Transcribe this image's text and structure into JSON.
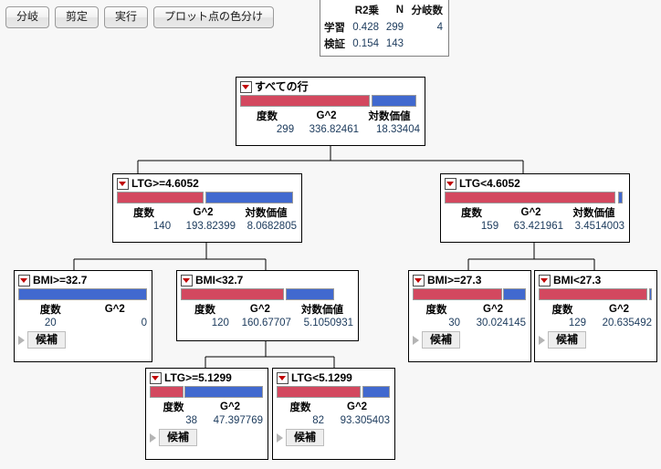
{
  "toolbar": {
    "buttons": [
      {
        "label": "分岐",
        "name": "split-button"
      },
      {
        "label": "剪定",
        "name": "prune-button"
      },
      {
        "label": "実行",
        "name": "run-button"
      },
      {
        "label": "プロット点の色分け",
        "name": "color-points-button"
      }
    ]
  },
  "summary": {
    "headers": [
      "",
      "R2乗",
      "N",
      "分岐数"
    ],
    "rows": [
      {
        "label": "学習",
        "r2": "0.428",
        "n": "299",
        "splits": "4"
      },
      {
        "label": "検証",
        "r2": "0.154",
        "n": "143",
        "splits": ""
      }
    ]
  },
  "labels": {
    "count": "度数",
    "g2": "G^2",
    "logworth": "対数価値",
    "candidates": "候補"
  },
  "colors": {
    "red": "#d3485f",
    "blue": "#4169cf",
    "background": "#f7f7f7",
    "value_text": "#1b3a5c"
  },
  "nodes": {
    "root": {
      "title": "すべての行",
      "count": "299",
      "g2": "336.82461",
      "logworth": "18.33404",
      "red_pct": 72,
      "blue_pct": 28
    },
    "ltg_ge_46052": {
      "title": "LTG>=4.6052",
      "count": "140",
      "g2": "193.82399",
      "logworth": "8.0682805",
      "red_pct": 48,
      "blue_pct": 52
    },
    "ltg_lt_46052": {
      "title": "LTG<4.6052",
      "count": "159",
      "g2": "63.421961",
      "logworth": "3.4514003",
      "red_pct": 96,
      "blue_pct": 4
    },
    "bmi_ge_327": {
      "title": "BMI>=32.7",
      "count": "20",
      "g2": "0",
      "red_pct": 0,
      "blue_pct": 100
    },
    "bmi_lt_327": {
      "title": "BMI<32.7",
      "count": "120",
      "g2": "160.67707",
      "logworth": "5.1050931",
      "red_pct": 57,
      "blue_pct": 43
    },
    "bmi_ge_273": {
      "title": "BMI>=27.3",
      "count": "30",
      "g2": "30.024145",
      "red_pct": 80,
      "blue_pct": 20
    },
    "bmi_lt_273": {
      "title": "BMI<27.3",
      "count": "129",
      "g2": "20.635492",
      "red_pct": 97,
      "blue_pct": 3
    },
    "ltg_ge_51299": {
      "title": "LTG>=5.1299",
      "count": "38",
      "g2": "47.397769",
      "red_pct": 30,
      "blue_pct": 70
    },
    "ltg_lt_51299": {
      "title": "LTG<5.1299",
      "count": "82",
      "g2": "93.305403",
      "red_pct": 75,
      "blue_pct": 25
    }
  }
}
